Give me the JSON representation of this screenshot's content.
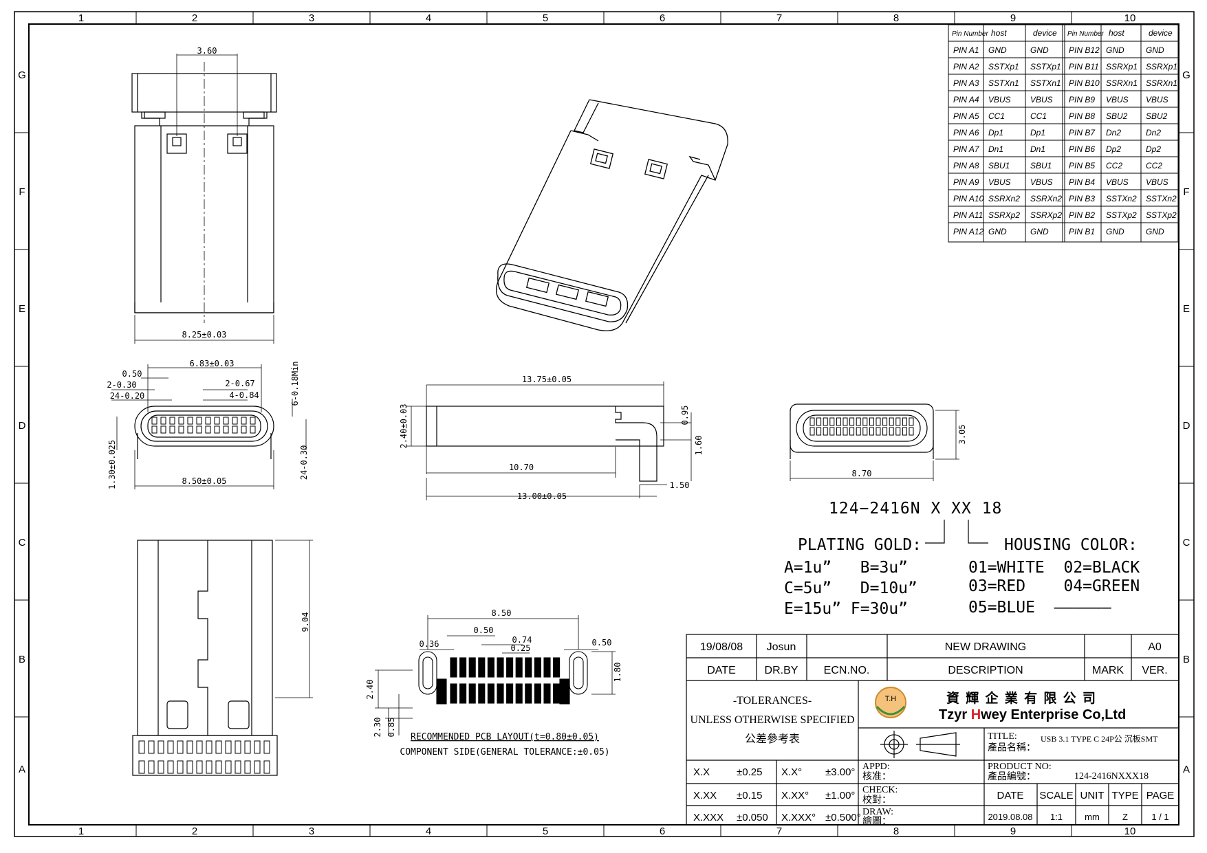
{
  "border": {
    "columns": [
      "1",
      "2",
      "3",
      "4",
      "5",
      "6",
      "7",
      "8",
      "9",
      "10"
    ],
    "rows": [
      "G",
      "F",
      "E",
      "D",
      "C",
      "B",
      "A"
    ]
  },
  "pin_table": {
    "headers": [
      "Pin Number",
      "host",
      "device",
      "Pin Number",
      "host",
      "device"
    ],
    "rows": [
      [
        "PIN A1",
        "GND",
        "GND",
        "PIN B12",
        "GND",
        "GND"
      ],
      [
        "PIN A2",
        "SSTXp1",
        "SSTXp1",
        "PIN B11",
        "SSRXp1",
        "SSRXp1"
      ],
      [
        "PIN A3",
        "SSTXn1",
        "SSTXn1",
        "PIN B10",
        "SSRXn1",
        "SSRXn1"
      ],
      [
        "PIN A4",
        "VBUS",
        "VBUS",
        "PIN B9",
        "VBUS",
        "VBUS"
      ],
      [
        "PIN A5",
        "CC1",
        "CC1",
        "PIN B8",
        "SBU2",
        "SBU2"
      ],
      [
        "PIN A6",
        "Dp1",
        "Dp1",
        "PIN B7",
        "Dn2",
        "Dn2"
      ],
      [
        "PIN A7",
        "Dn1",
        "Dn1",
        "PIN B6",
        "Dp2",
        "Dp2"
      ],
      [
        "PIN A8",
        "SBU1",
        "SBU1",
        "PIN B5",
        "CC2",
        "CC2"
      ],
      [
        "PIN A9",
        "VBUS",
        "VBUS",
        "PIN B4",
        "VBUS",
        "VBUS"
      ],
      [
        "PIN A10",
        "SSRXn2",
        "SSRXn2",
        "PIN B3",
        "SSTXn2",
        "SSTXn2"
      ],
      [
        "PIN A11",
        "SSRXp2",
        "SSRXp2",
        "PIN B2",
        "SSTXp2",
        "SSTXp2"
      ],
      [
        "PIN A12",
        "GND",
        "GND",
        "PIN B1",
        "GND",
        "GND"
      ]
    ]
  },
  "dims": {
    "top_width_small": "3.60",
    "top_width": "8.25±0.03",
    "front_inner": "6.83±0.03",
    "front_050": "0.50",
    "front_2_030": "2-0.30",
    "front_24_020": "24-0.20",
    "front_2_067": "2-0.67",
    "front_4_084": "4-0.84",
    "front_6_018": "6-0.18Min",
    "front_height": "1.30±0.025",
    "front_24_030": "24-0.30",
    "front_width": "8.50±0.05",
    "side_length": "13.75±0.05",
    "side_height": "2.40±0.03",
    "side_095": "0.95",
    "side_160": "1.60",
    "side_1070": "10.70",
    "side_150": "1.50",
    "side_1300": "13.00±0.05",
    "rear_width": "8.70",
    "rear_height": "3.05",
    "bottom_length": "9.04",
    "pcb_850": "8.50",
    "pcb_050a": "0.50",
    "pcb_074": "0.74",
    "pcb_025": "0.25",
    "pcb_036": "0.36",
    "pcb_050b": "0.50",
    "pcb_180": "1.80",
    "pcb_240": "2.40",
    "pcb_230": "2.30",
    "pcb_085": "0.85"
  },
  "pcb_caption": {
    "line1": "RECOMMENDED PCB LAYOUT(t=0.80±0.05)",
    "line2": "COMPONENT SIDE(GENERAL TOLERANCE:±0.05)"
  },
  "part_code": {
    "code": "124−2416N X XX 18",
    "plating_label": "PLATING GOLD:",
    "plating_options": [
      "A=1u”   B=3u”",
      "C=5u”   D=10u”",
      "E=15u” F=30u”"
    ],
    "housing_label": "HOUSING COLOR:",
    "housing_options": [
      "01=WHITE  02=BLACK",
      "03=RED    04=GREEN",
      "05=BLUE  ––––––"
    ]
  },
  "title_block": {
    "date_value": "19/08/08",
    "drby_value": "Josun",
    "description_value": "NEW DRAWING",
    "ver_value": "A0",
    "date_label": "DATE",
    "drby_label": "DR.BY",
    "ecn_label": "ECN.NO.",
    "description_label": "DESCRIPTION",
    "mark_label": "MARK",
    "ver_label": "VER.",
    "tolerances_line1": "-TOLERANCES-",
    "tolerances_line2": "UNLESS OTHERWISE SPECIFIED",
    "tolerances_line3": "公差參考表",
    "tolerance_rows": [
      [
        "X.X",
        "±0.25",
        "X.X°",
        "±3.00°"
      ],
      [
        "X.XX",
        "±0.15",
        "X.XX°",
        "±1.00°"
      ],
      [
        "X.XXX",
        "±0.050",
        "X.XXX°",
        "±0.500°"
      ]
    ],
    "company_cn": "資 輝 企 業 有 限 公 司",
    "company_en_1": "Tzyr ",
    "company_en_h": "H",
    "company_en_2": "wey Enterprise Co,Ltd",
    "logo_text": "T.H",
    "title_label": "TITLE:",
    "title_label_cn": "產品名稱：",
    "title_value": "USB 3.1 TYPE C 24P公 沉板SMT",
    "appd_label": "APPD:",
    "appd_cn": "核准：",
    "check_label": "CHECK:",
    "check_cn": "校對：",
    "draw_label": "DRAW:",
    "draw_cn": "繪圖：",
    "product_no_label": "PRODUCT NO:",
    "product_no_cn": "產品編號：",
    "product_no_value": "124-2416NXXX18",
    "footer_headers": [
      "DATE",
      "SCALE",
      "UNIT",
      "TYPE",
      "PAGE"
    ],
    "footer_values": [
      "2019.08.08",
      "1:1",
      "mm",
      "Z",
      "1 / 1"
    ]
  }
}
